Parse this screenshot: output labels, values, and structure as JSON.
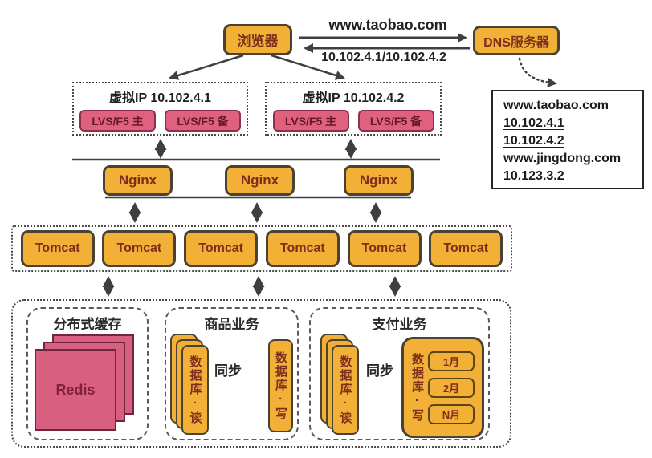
{
  "header": {
    "browser": "浏览器",
    "dns_server": "DNS服务器",
    "dns_query": "www.taobao.com",
    "dns_answer": "10.102.4.1/10.102.4.2"
  },
  "dns_records": {
    "lines": [
      {
        "text": "www.taobao.com",
        "underline": false
      },
      {
        "text": "10.102.4.1",
        "underline": true
      },
      {
        "text": "10.102.4.2",
        "underline": true
      },
      {
        "text": "www.jingdong.com",
        "underline": false
      },
      {
        "text": "10.123.3.2",
        "underline": false
      }
    ]
  },
  "vip_groups": [
    {
      "title": "虚拟IP 10.102.4.1",
      "primary": "LVS/F5 主",
      "backup": "LVS/F5 备"
    },
    {
      "title": "虚拟IP 10.102.4.2",
      "primary": "LVS/F5 主",
      "backup": "LVS/F5 备"
    }
  ],
  "web_tier": {
    "node_label": "Nginx"
  },
  "app_tier": {
    "node_label": "Tomcat"
  },
  "business_tier": {
    "cache": {
      "title": "分布式缓存",
      "node": "Redis"
    },
    "product": {
      "title": "商品业务",
      "read_db": "数据库·读",
      "write_db": "数据库·写",
      "sync": "同步"
    },
    "payment": {
      "title": "支付业务",
      "read_db": "数据库·读",
      "write_db": "数据库·写",
      "sync": "同步",
      "shards": [
        "1月",
        "2月",
        "N月"
      ]
    }
  },
  "colors": {
    "node_yellow": "#F2B136",
    "node_pink": "#E0617F",
    "redis_pink": "#D95F80",
    "arrow_gray": "#3F3F3F",
    "yellow_text": "#7D2E1D"
  }
}
